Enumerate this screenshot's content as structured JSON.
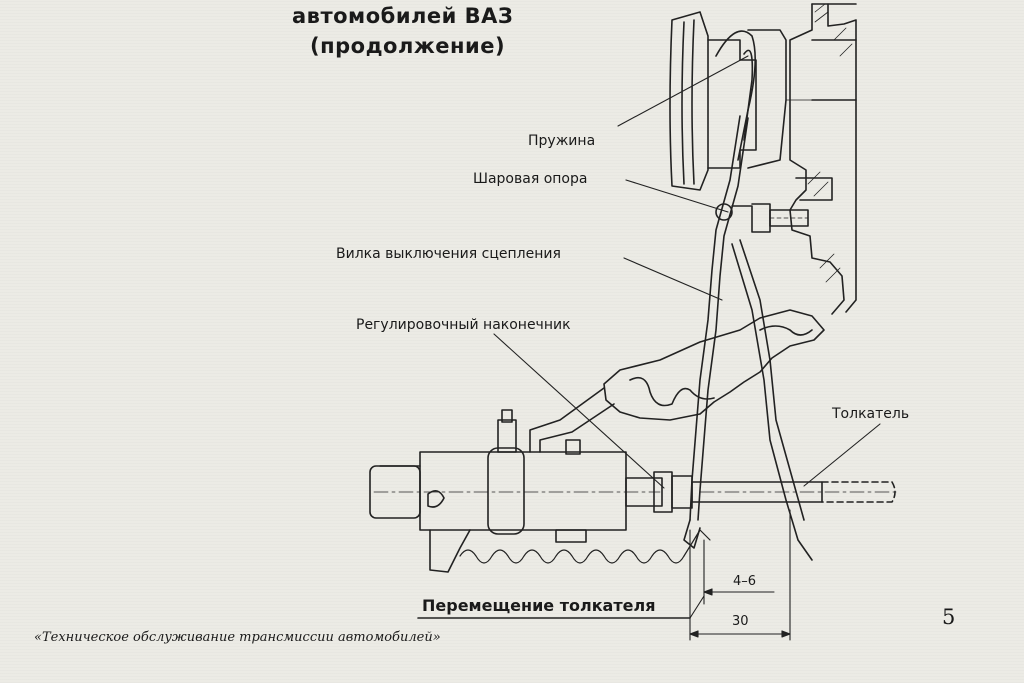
{
  "header": {
    "title_line1": "автомобилей ВАЗ",
    "title_line2": "(продолжение)"
  },
  "labels": {
    "spring": "Пружина",
    "ball_support": "Шаровая опора",
    "release_fork": "Вилка выключения сцепления",
    "adjusting_tip": "Регулировочный наконечник",
    "pusher": "Толкатель",
    "pusher_travel": "Перемещение толкателя"
  },
  "dimensions": {
    "small_gap": "4–6",
    "travel": "30"
  },
  "footer": {
    "caption": "«Техническое обслуживание трансмиссии автомобилей»",
    "page_number": "5"
  }
}
